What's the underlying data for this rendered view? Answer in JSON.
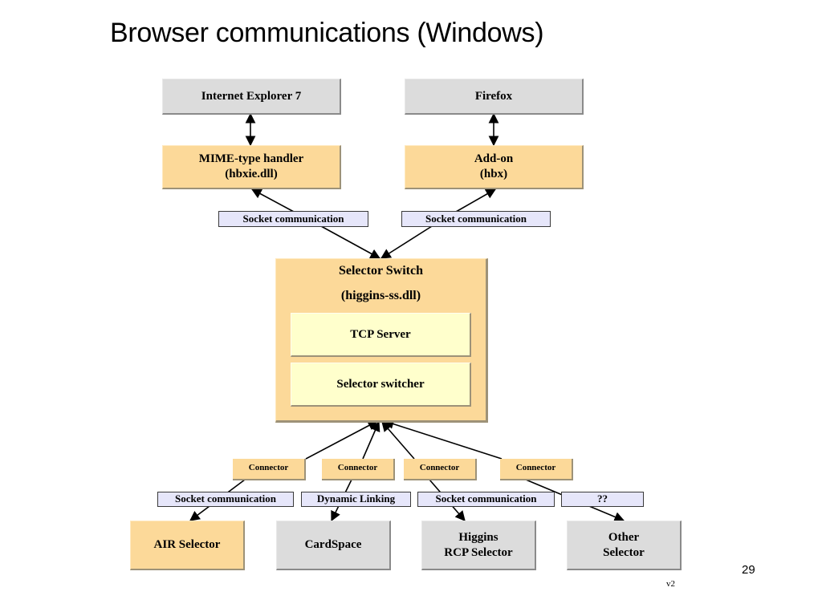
{
  "slide": {
    "title": "Browser communications (Windows)",
    "page_number": "29",
    "version": "v2"
  },
  "browsers": {
    "ie": "Internet Explorer 7",
    "firefox": "Firefox"
  },
  "handlers": {
    "mime": "MIME-type handler\n(hbxie.dll)",
    "addon": "Add-on\n(hbx)"
  },
  "upper_links": {
    "left": "Socket communication",
    "right": "Socket communication"
  },
  "selector_switch": {
    "title": "Selector Switch",
    "subtitle": "(higgins-ss.dll)",
    "tcp_server": "TCP Server",
    "switcher": "Selector switcher"
  },
  "connectors": [
    "Connector",
    "Connector",
    "Connector",
    "Connector"
  ],
  "lower_links": [
    "Socket communication",
    "Dynamic Linking",
    "Socket communication",
    "??"
  ],
  "selectors": {
    "air": "AIR Selector",
    "cardspace": "CardSpace",
    "higgins_rcp": "Higgins\nRCP Selector",
    "other": "Other\nSelector"
  },
  "colors": {
    "box_gray": "#dcdcdc",
    "box_tan": "#fcd999",
    "box_cream": "#ffffcc",
    "label_lavender": "#e6e6fa"
  }
}
